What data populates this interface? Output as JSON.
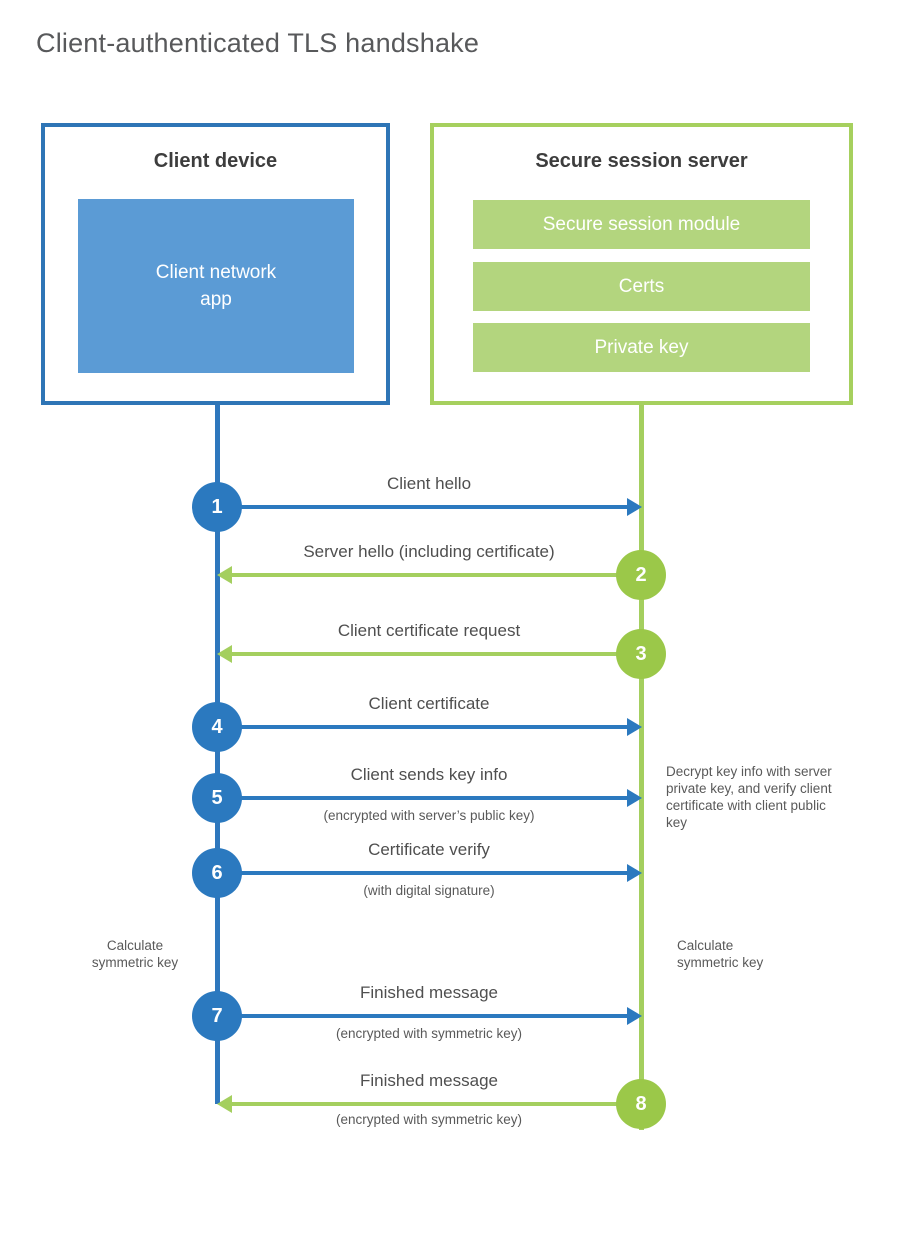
{
  "title": "Client-authenticated TLS handshake",
  "client_box": {
    "title": "Client device",
    "app": "Client network\napp"
  },
  "server_box": {
    "title": "Secure session server",
    "modules": [
      "Secure session module",
      "Certs",
      "Private key"
    ]
  },
  "messages": [
    {
      "num": "1",
      "from": "client",
      "direction": "right",
      "label": "Client hello",
      "sub": ""
    },
    {
      "num": "2",
      "from": "server",
      "direction": "left",
      "label": "Server hello (including certificate)",
      "sub": ""
    },
    {
      "num": "3",
      "from": "server",
      "direction": "left",
      "label": "Client certificate request",
      "sub": ""
    },
    {
      "num": "4",
      "from": "client",
      "direction": "right",
      "label": "Client certificate",
      "sub": ""
    },
    {
      "num": "5",
      "from": "client",
      "direction": "right",
      "label": "Client sends key info",
      "sub": "(encrypted with server’s public key)"
    },
    {
      "num": "6",
      "from": "client",
      "direction": "right",
      "label": "Certificate verify",
      "sub": "(with digital signature)"
    },
    {
      "num": "7",
      "from": "client",
      "direction": "right",
      "label": "Finished message",
      "sub": "(encrypted with symmetric key)"
    },
    {
      "num": "8",
      "from": "server",
      "direction": "left",
      "label": "Finished message",
      "sub": "(encrypted with symmetric key)"
    }
  ],
  "annotations": {
    "decrypt_note": "Decrypt key info with server private key, and verify client certificate with client public key",
    "calc_left": "Calculate\nsymmetric key",
    "calc_right": "Calculate\nsymmetric key"
  },
  "colors": {
    "blue_stroke": "#2e75b6",
    "blue_arrow": "#2b79bf",
    "blue_fill": "#5b9bd5",
    "green_stroke": "#a6d05e",
    "green_badge": "#9bc849",
    "green_bar": "#b3d57e",
    "text_dark": "#3d3d3d",
    "text_gray": "#595959"
  }
}
